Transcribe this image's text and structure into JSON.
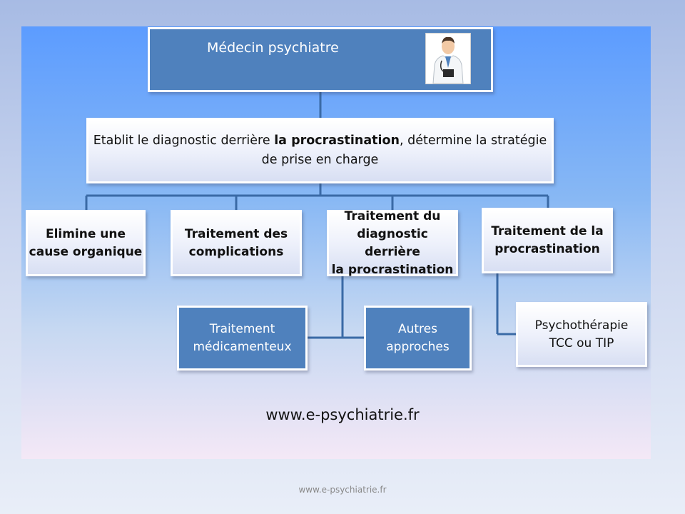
{
  "top": {
    "title": "Médecin psychiatre"
  },
  "diagnosis": {
    "part1": "Etablit le diagnostic derrière ",
    "bold": "la procrastination",
    "part2": ", détermine la stratégie de prise en charge"
  },
  "branches": [
    {
      "text": "Elimine une\ncause organique"
    },
    {
      "text": "Traitement des\ncomplications"
    },
    {
      "text": "Traitement du\ndiagnostic derrière\nla procrastination"
    },
    {
      "text": "Traitement de la\nprocrastination"
    }
  ],
  "sub": [
    {
      "text": "Traitement\nmédicamenteux"
    },
    {
      "text": "Autres\napproches"
    },
    {
      "text": "Psychothérapie\nTCC ou TIP"
    }
  ],
  "website": "www.e-psychiatrie.fr",
  "footer": "www.e-psychiatrie.fr",
  "colors": {
    "box_blue": "#4f81bd",
    "connector": "#3a6aa6",
    "slide_top": "#5c9cff",
    "slide_bottom": "#f4e8f6"
  },
  "icons": [
    "doctor-icon"
  ]
}
